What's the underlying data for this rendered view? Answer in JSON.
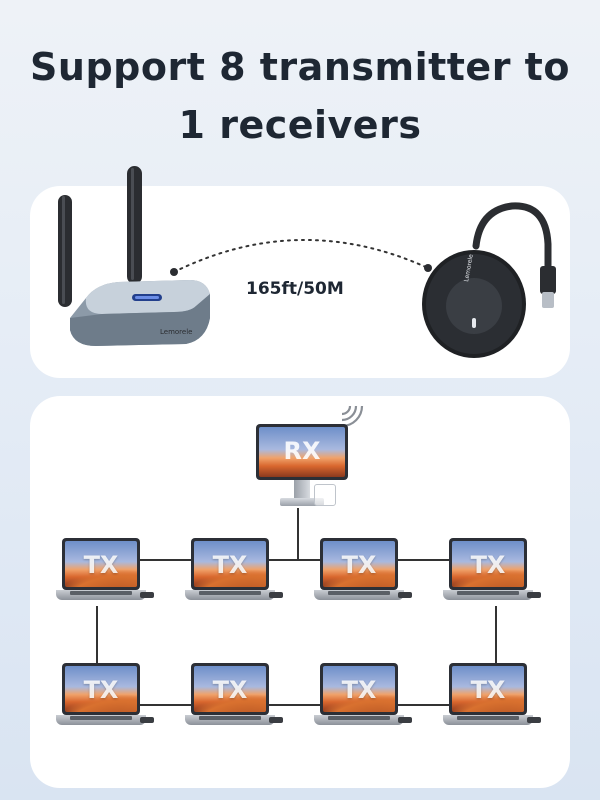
{
  "headline": {
    "line1": "Support 8 transmitter to",
    "line2": "1 receivers"
  },
  "range": {
    "distance_label": "165ft/50M"
  },
  "devices": {
    "transmitter_brand": "Lemorele",
    "receiver_brand": "Lemorele"
  },
  "network": {
    "receiver_label": "RX",
    "transmitter_labels": [
      "TX",
      "TX",
      "TX",
      "TX",
      "TX",
      "TX",
      "TX",
      "TX"
    ]
  },
  "colors": {
    "headline": "#1e2733",
    "connector": "#333333",
    "background": "#e6edf6",
    "card": "#ffffff"
  },
  "icons": {
    "wireless_signal": "wifi-signal-icon",
    "hub_device": "receiver-hub-icon",
    "dongle_device": "transmitter-dongle-icon"
  }
}
